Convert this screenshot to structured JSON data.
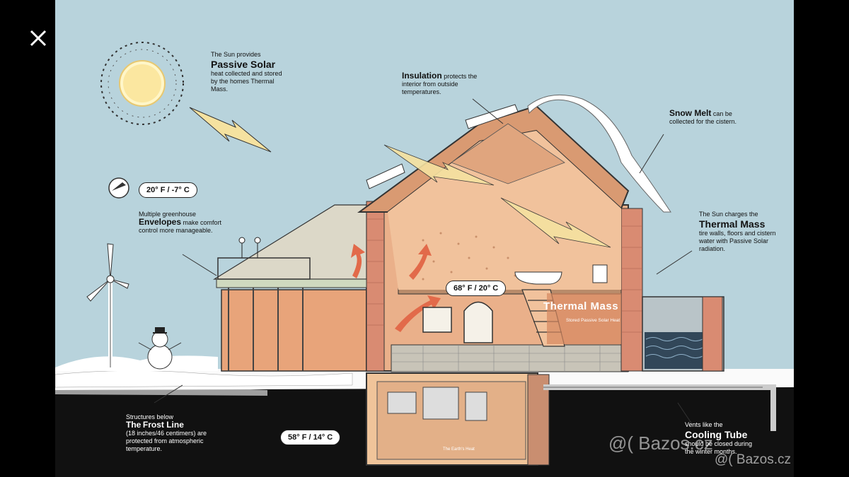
{
  "viewer": {
    "close_icon": "close-icon"
  },
  "labels": {
    "sun": {
      "pre": "The Sun provides",
      "title": "Passive Solar",
      "body": "heat collected and stored by the homes Thermal Mass."
    },
    "insulation": {
      "title": "Insulation",
      "rest": "protects the interior from outside temperatures."
    },
    "snow": {
      "title": "Snow Melt",
      "rest": "can be collected for the cistern."
    },
    "thermal": {
      "pre": "The Sun charges the",
      "title": "Thermal Mass",
      "body": "tire walls, floors and cistern water with Passive Solar radiation."
    },
    "envelopes": {
      "pre": "Multiple greenhouse",
      "title": "Envelopes",
      "rest": "make comfort control more manageable."
    },
    "frost": {
      "pre": "Structures below",
      "the": "The",
      "title": "Frost Line",
      "body": "(18 inches/46 centimers) are protected from atmospheric temperature."
    },
    "cooling": {
      "pre": "Vents like the",
      "title": "Cooling Tube",
      "body": "should be closed during the winter months."
    }
  },
  "temps": {
    "outside": "20° F / -7° C",
    "inside": "68° F / 20° C",
    "ground": "58° F / 14° C"
  },
  "thermal_mass_wall": {
    "title": "Thermal Mass",
    "sub": "Stored Passive Solar Heat"
  },
  "earth_heat": "The Earth's Heat",
  "watermarks": {
    "left": "@( Bazos.cz",
    "right": "@( Bazos.cz"
  }
}
